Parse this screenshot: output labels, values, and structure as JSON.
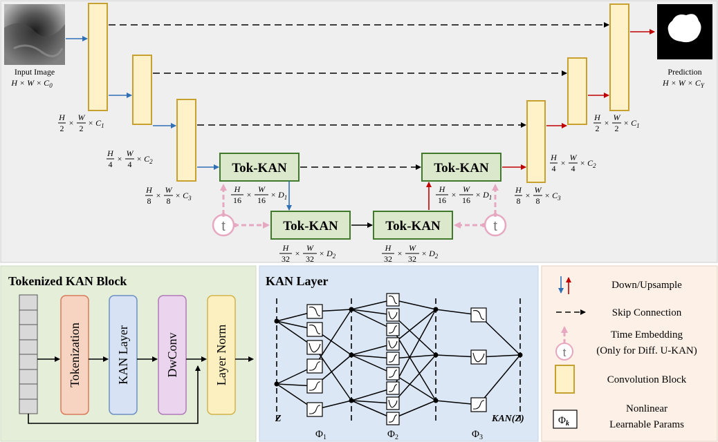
{
  "diagram": {
    "input_label": "Input Image",
    "input_dims": "H × W × C",
    "input_sub": "0",
    "prediction_label": "Prediction",
    "prediction_dims": "H × W × C",
    "prediction_sub": "Y",
    "block_label": "Tok-KAN",
    "time_label": "t",
    "dims": {
      "d1": {
        "num": "H",
        "den": "2",
        "num2": "W",
        "den2": "2",
        "tail": "× C",
        "sub": "1"
      },
      "d2": {
        "num": "H",
        "den": "4",
        "num2": "W",
        "den2": "4",
        "tail": "× C",
        "sub": "2"
      },
      "d3": {
        "num": "H",
        "den": "8",
        "num2": "W",
        "den2": "8",
        "tail": "× C",
        "sub": "3"
      },
      "d4": {
        "num": "H",
        "den": "16",
        "num2": "W",
        "den2": "16",
        "tail": "× D",
        "sub": "1"
      },
      "d5": {
        "num": "H",
        "den": "32",
        "num2": "W",
        "den2": "32",
        "tail": "× D",
        "sub": "2"
      }
    }
  },
  "tokenized_block": {
    "title": "Tokenized KAN Block",
    "stages": [
      "Tokenization",
      "KAN Layer",
      "DwConv",
      "Layer Norm"
    ]
  },
  "kan_layer": {
    "title": "KAN Layer",
    "input_label": "Z",
    "output_label": "KAN(Z)",
    "phi": [
      "Φ",
      "Φ",
      "Φ"
    ],
    "phi_subs": [
      "1",
      "2",
      "3"
    ]
  },
  "legend": {
    "items": [
      "Down/Upsample",
      "Skip Connection",
      "Time Embedding",
      "(Only for Diff. U-KAN)",
      "Convolution Block",
      "Nonlinear",
      "Learnable Params"
    ],
    "time_icon": "t",
    "phi_symbol": "Φ",
    "phi_sub": "k"
  },
  "colors": {
    "top_bg": "#efefef",
    "conv_fill": "#fff2c8",
    "conv_stroke": "#c8a030",
    "tok_fill": "#dbe8cc",
    "tok_stroke": "#3f7a2a",
    "down_arrow": "#2e6fb5",
    "up_arrow": "#c00000",
    "time_pink": "#e6a8c0",
    "block_bg": "#e4eed9",
    "kan_bg": "#dbe7f4",
    "legend_bg": "#fdf0e6"
  }
}
